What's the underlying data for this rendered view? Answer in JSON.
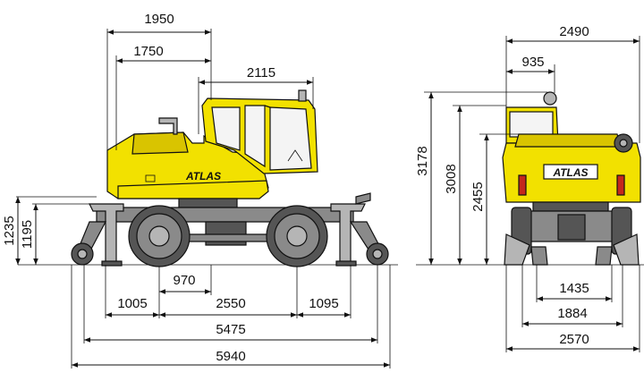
{
  "brand": {
    "logo_text": "ATLAS",
    "body_color": "#f2e100",
    "undercarriage_color": "#8a8a8a"
  },
  "side_view": {
    "dimensions": {
      "d1950": "1950",
      "d1750": "1750",
      "d2115": "2115",
      "d1235": "1235",
      "d1195": "1195",
      "d970": "970",
      "d1005": "1005",
      "d2550": "2550",
      "d1095": "1095",
      "d5475": "5475",
      "d5940": "5940"
    }
  },
  "rear_view": {
    "dimensions": {
      "d2490": "2490",
      "d935": "935",
      "d3178": "3178",
      "d3008": "3008",
      "d2455": "2455",
      "d1435": "1435",
      "d1884": "1884",
      "d2570": "2570"
    }
  }
}
